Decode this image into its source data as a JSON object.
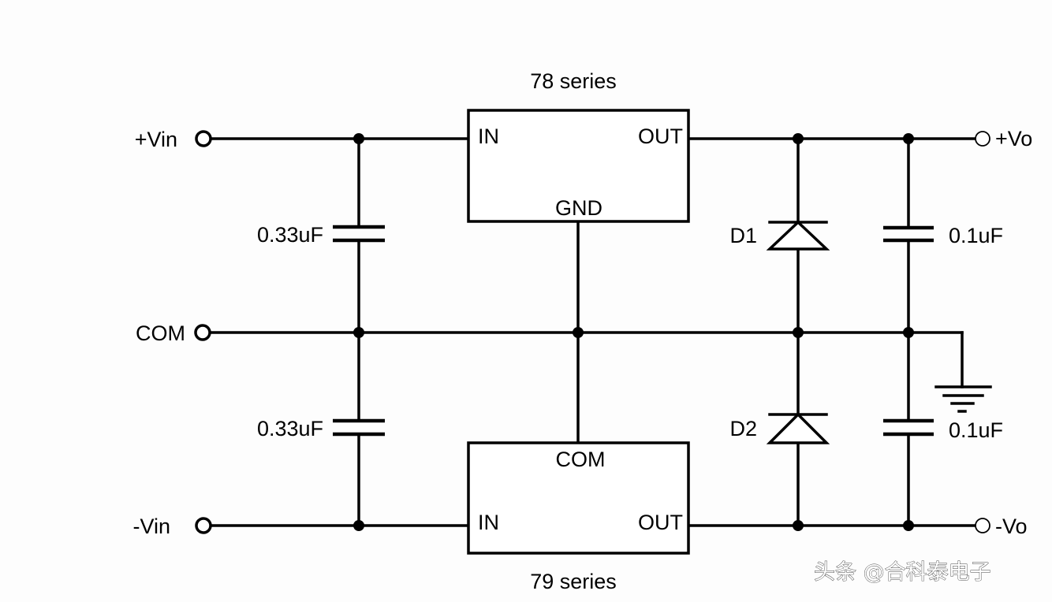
{
  "regulators": {
    "top": {
      "title": "78 series",
      "in": "IN",
      "out": "OUT",
      "gnd": "GND"
    },
    "bottom": {
      "title": "79 series",
      "in": "IN",
      "out": "OUT",
      "com": "COM"
    }
  },
  "terminals": {
    "vin_pos": "+Vin",
    "com": "COM",
    "vin_neg": "-Vin",
    "vo_pos": "+Vo",
    "vo_neg": "-Vo"
  },
  "components": {
    "c_in_top": "0.33uF",
    "c_in_bottom": "0.33uF",
    "c_out_top": "0.1uF",
    "c_out_bottom": "0.1uF",
    "d1": "D1",
    "d2": "D2"
  },
  "watermark": "头条 @合科泰电子"
}
